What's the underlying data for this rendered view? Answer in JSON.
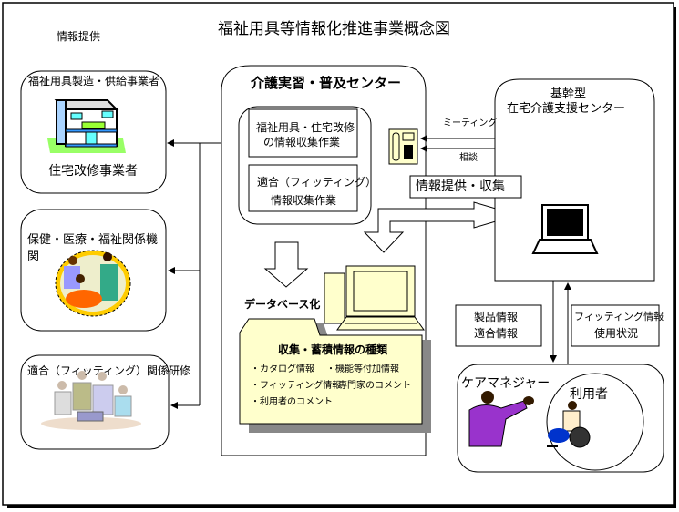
{
  "title": "福祉用具等情報化推進事業概念図",
  "info_provision_label": "情報提供",
  "left_boxes": [
    {
      "title": "福祉用具製造・供給事業者",
      "subtitle": "住宅改修事業者",
      "icon": "building-icon"
    },
    {
      "title_line1": "保健・医療・福祉関係機",
      "title_line2": "関",
      "icon": "medical-staff-image"
    },
    {
      "title": "適合（フィッティング）関係研修",
      "icon": "training-group-image"
    }
  ],
  "center": {
    "title": "介護実習・普及センター",
    "task1_line1": "福祉用具・住宅改修",
    "task1_line2": "の情報収集作業",
    "task2_line1": "適合（フィッティング）",
    "task2_line2": "情報収集作業",
    "database_label": "データベース化",
    "folder": {
      "title": "収集・蓄積情報の種類",
      "items": [
        "・カタログ情報",
        "・機能等付加情報",
        "・フィッティング情報",
        "・専門家のコメント",
        "・利用者のコメント"
      ],
      "color": "#ffffcc"
    }
  },
  "links": {
    "meeting": "ミーティング",
    "consult": "相談",
    "exchange": "情報提供・収集"
  },
  "right": {
    "title_line1": "基幹型",
    "title_line2": "在宅介護支援センター"
  },
  "info_down": {
    "line1": "製品情報",
    "line2": "適合情報"
  },
  "info_up": {
    "line1": "フィッティング情報",
    "line2": "使用状況"
  },
  "bottom": {
    "care_manager": "ケアマネジャー",
    "user": "利用者"
  }
}
